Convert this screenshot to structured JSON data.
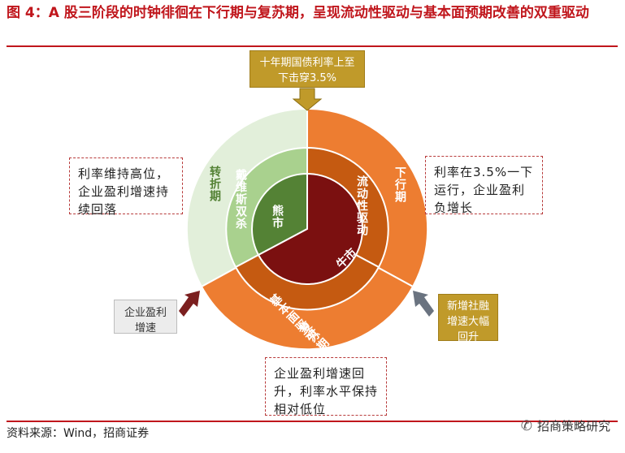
{
  "title": "图 4：A 股三阶段的时钟徘徊在下行期与复苏期，呈现流动性驱动与基本面预期改善的双重驱动",
  "top_callout": "十年期国债利率上至下击穿3.5%",
  "right_callout": "新增社融增速大幅回升",
  "left_callout": "企业盈利增速",
  "box_left": "利率维持高位，企业盈利增速持续回落",
  "box_right": "利率在3.5%一下运行，企业盈利负增长",
  "box_bottom": "企业盈利增速回升，利率水平保持相对低位",
  "outer_ring": {
    "transition": "转折期",
    "downturn": "下行期",
    "recovery": "复苏期"
  },
  "middle_ring": {
    "davis": "戴维斯双杀",
    "liquidity": "流动性驱动",
    "fundamental": "基本面驱动"
  },
  "inner_ring": {
    "bear": "熊市",
    "bull": "牛市"
  },
  "source": "资料来源：Wind，招商证券",
  "watermark": "招商策略研究",
  "colors": {
    "title_red": "#c0161c",
    "outer_orange": "#ed7d31",
    "outer_green": "#e2efda",
    "mid_orange": "#c55a11",
    "mid_green": "#a9d18e",
    "inner_dark_red": "#7b1010",
    "inner_green": "#548235",
    "gold": "#c09a2a"
  }
}
